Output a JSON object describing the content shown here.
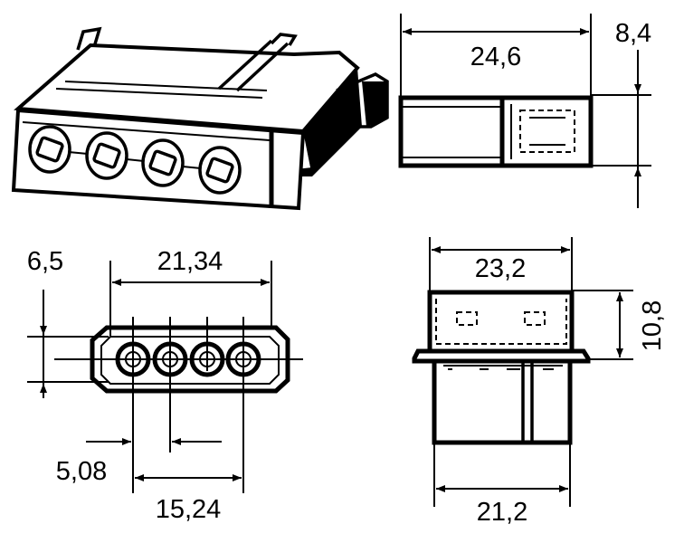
{
  "dimensions": {
    "side_length": "24,6",
    "side_height": "8,4",
    "front_height": "6,5",
    "front_width": "21,34",
    "pin_pitch": "5,08",
    "pin_span": "15,24",
    "bottom_top_width": "23,2",
    "bottom_height": "10,8",
    "bottom_base_width": "21,2"
  }
}
